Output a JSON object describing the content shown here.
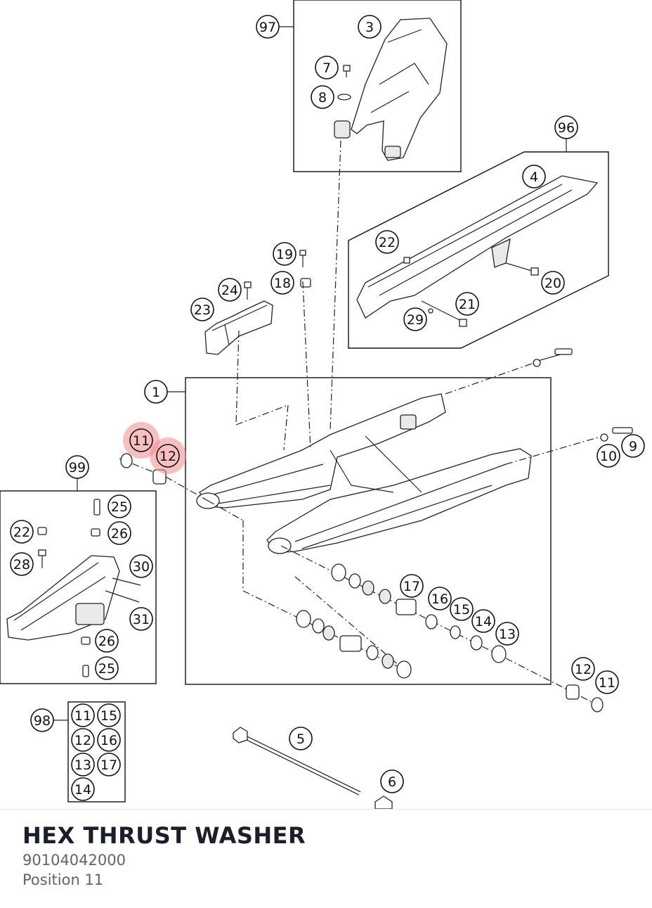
{
  "part": {
    "name": "HEX THRUST WASHER",
    "number": "90104042000",
    "position": "Position 11"
  },
  "diagram": {
    "highlight_color": "#f28a8a",
    "highlighted_positions": [
      "11",
      "12"
    ],
    "labels": {
      "c97": "97",
      "c3": "3",
      "c7": "7",
      "c8": "8",
      "c96": "96",
      "c4": "4",
      "c22a": "22",
      "c20": "20",
      "c21": "21",
      "c29": "29",
      "c19": "19",
      "c18": "18",
      "c24": "24",
      "c23": "23",
      "c1": "1",
      "c9": "9",
      "c10": "10",
      "c11hl": "11",
      "c12hl": "12",
      "c99": "99",
      "c25a": "25",
      "c22b": "22",
      "c26a": "26",
      "c28": "28",
      "c30": "30",
      "c31": "31",
      "c26b": "26",
      "c25b": "25",
      "c17": "17",
      "c16": "16",
      "c15": "15",
      "c14": "14",
      "c13": "13",
      "c12r": "12",
      "c11r": "11",
      "c98": "98",
      "k11": "11",
      "k15": "15",
      "k12": "12",
      "k16": "16",
      "k13": "13",
      "k17": "17",
      "k14": "14",
      "c5": "5",
      "c6": "6"
    }
  }
}
